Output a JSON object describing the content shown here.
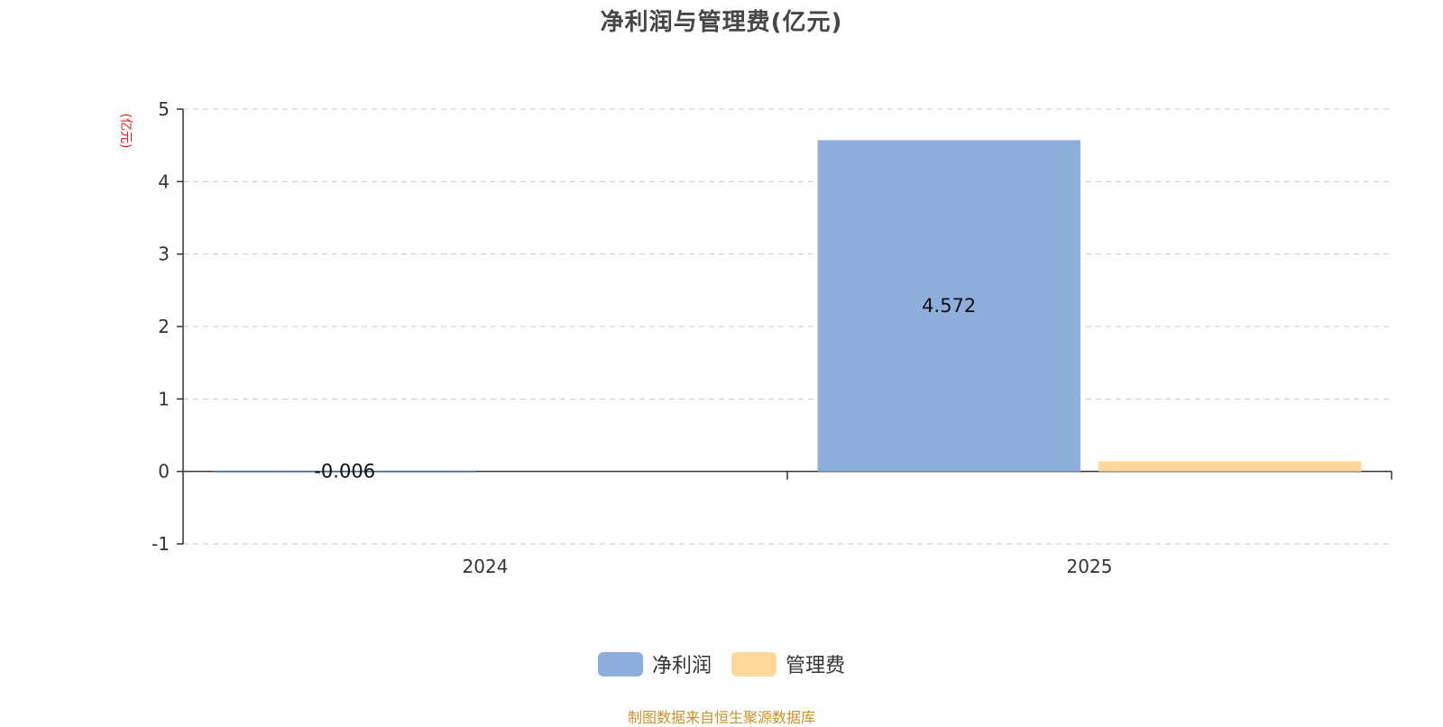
{
  "title": "净利润与管理费(亿元)",
  "y_unit_label": "(亿元)",
  "source_note": "制图数据来自恒生聚源数据库",
  "colors": {
    "net_profit": "#8eaedb",
    "mgmt_fee": "#fdd89a",
    "unit_text": "#e8201e",
    "source_text": "#cc9128"
  },
  "legend": [
    {
      "label": "净利润",
      "color": "#8eaedb"
    },
    {
      "label": "管理费",
      "color": "#fdd89a"
    }
  ],
  "chart_data": {
    "type": "bar",
    "title": "净利润与管理费(亿元)",
    "categories": [
      "2024",
      "2025"
    ],
    "series": [
      {
        "name": "净利润",
        "values": [
          -0.006,
          4.572
        ],
        "labels": [
          "-0.006",
          "4.572"
        ],
        "color": "#8eaedb"
      },
      {
        "name": "管理费",
        "values": [
          0.0,
          0.14
        ],
        "labels": [
          "",
          ""
        ],
        "color": "#fdd89a"
      }
    ],
    "ylabel": "(亿元)",
    "ylim": [
      -1,
      5
    ],
    "yticks": [
      -1,
      0,
      1,
      2,
      3,
      4,
      5
    ],
    "grid": true,
    "legend_position": "bottom"
  }
}
